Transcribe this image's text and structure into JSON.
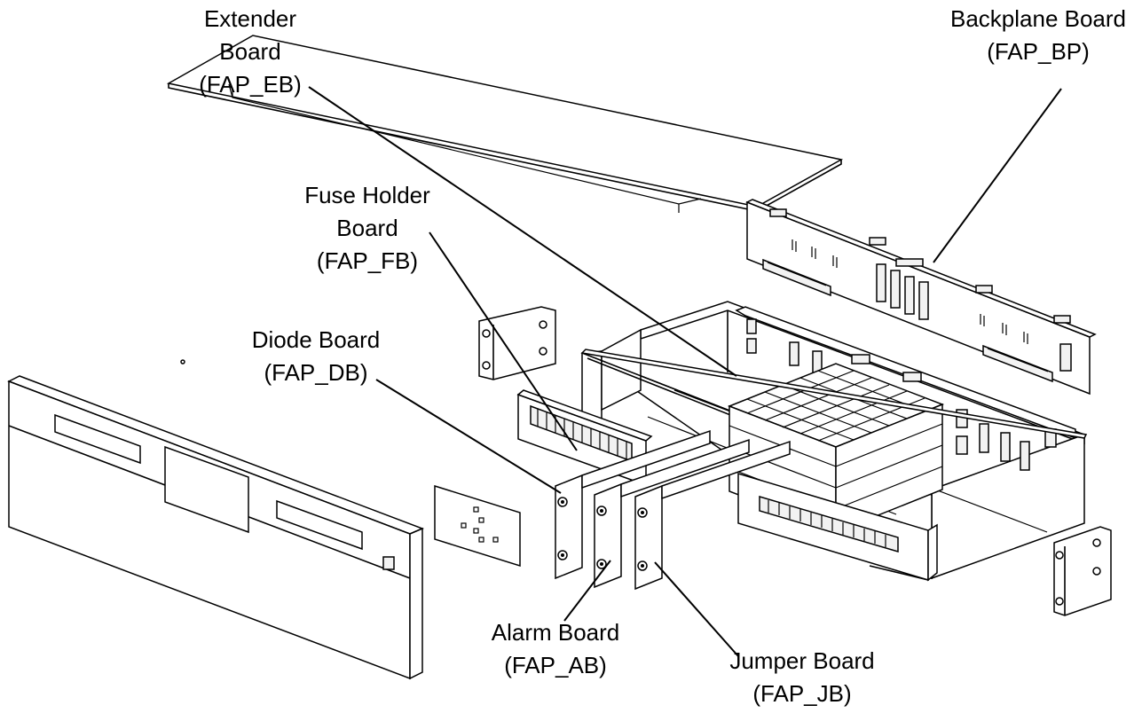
{
  "labels": {
    "extender": [
      "Extender",
      "Board",
      "(FAP_EB)"
    ],
    "backplane": [
      "Backplane Board",
      "(FAP_BP)"
    ],
    "fuse": [
      "Fuse Holder",
      "Board",
      "(FAP_FB)"
    ],
    "diode": [
      "Diode Board",
      "(FAP_DB)"
    ],
    "alarm": [
      "Alarm Board",
      "(FAP_AB)"
    ],
    "jumper": [
      "Jumper Board",
      "(FAP_JB)"
    ]
  }
}
